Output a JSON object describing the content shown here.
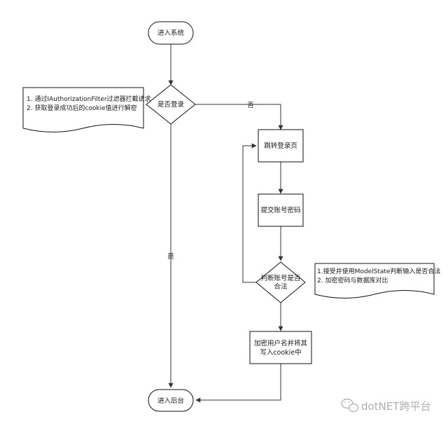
{
  "nodes": {
    "start": "进入系统",
    "login_check": "是否登录",
    "goto_login": "跳转登录页",
    "submit": "提交账号密码",
    "validate_line1": "判断账号是否",
    "validate_line2": "合法",
    "encrypt_line1": "加密用户名并将其",
    "encrypt_line2": "写入cookie中",
    "end": "进入后台"
  },
  "edges": {
    "no": "否",
    "yes": "是"
  },
  "notes": {
    "left": [
      "1.  通过IAuthorizationFilter过滤器拦截请求",
      "2.  获取登录成功后的cookie值进行解密"
    ],
    "right": [
      "1.接受并使用ModelState判断输入是否合法",
      "2.  加密密码与数据库对比"
    ]
  },
  "watermark": {
    "icon": "wechat-icon",
    "text": "dotNET跨平台"
  }
}
